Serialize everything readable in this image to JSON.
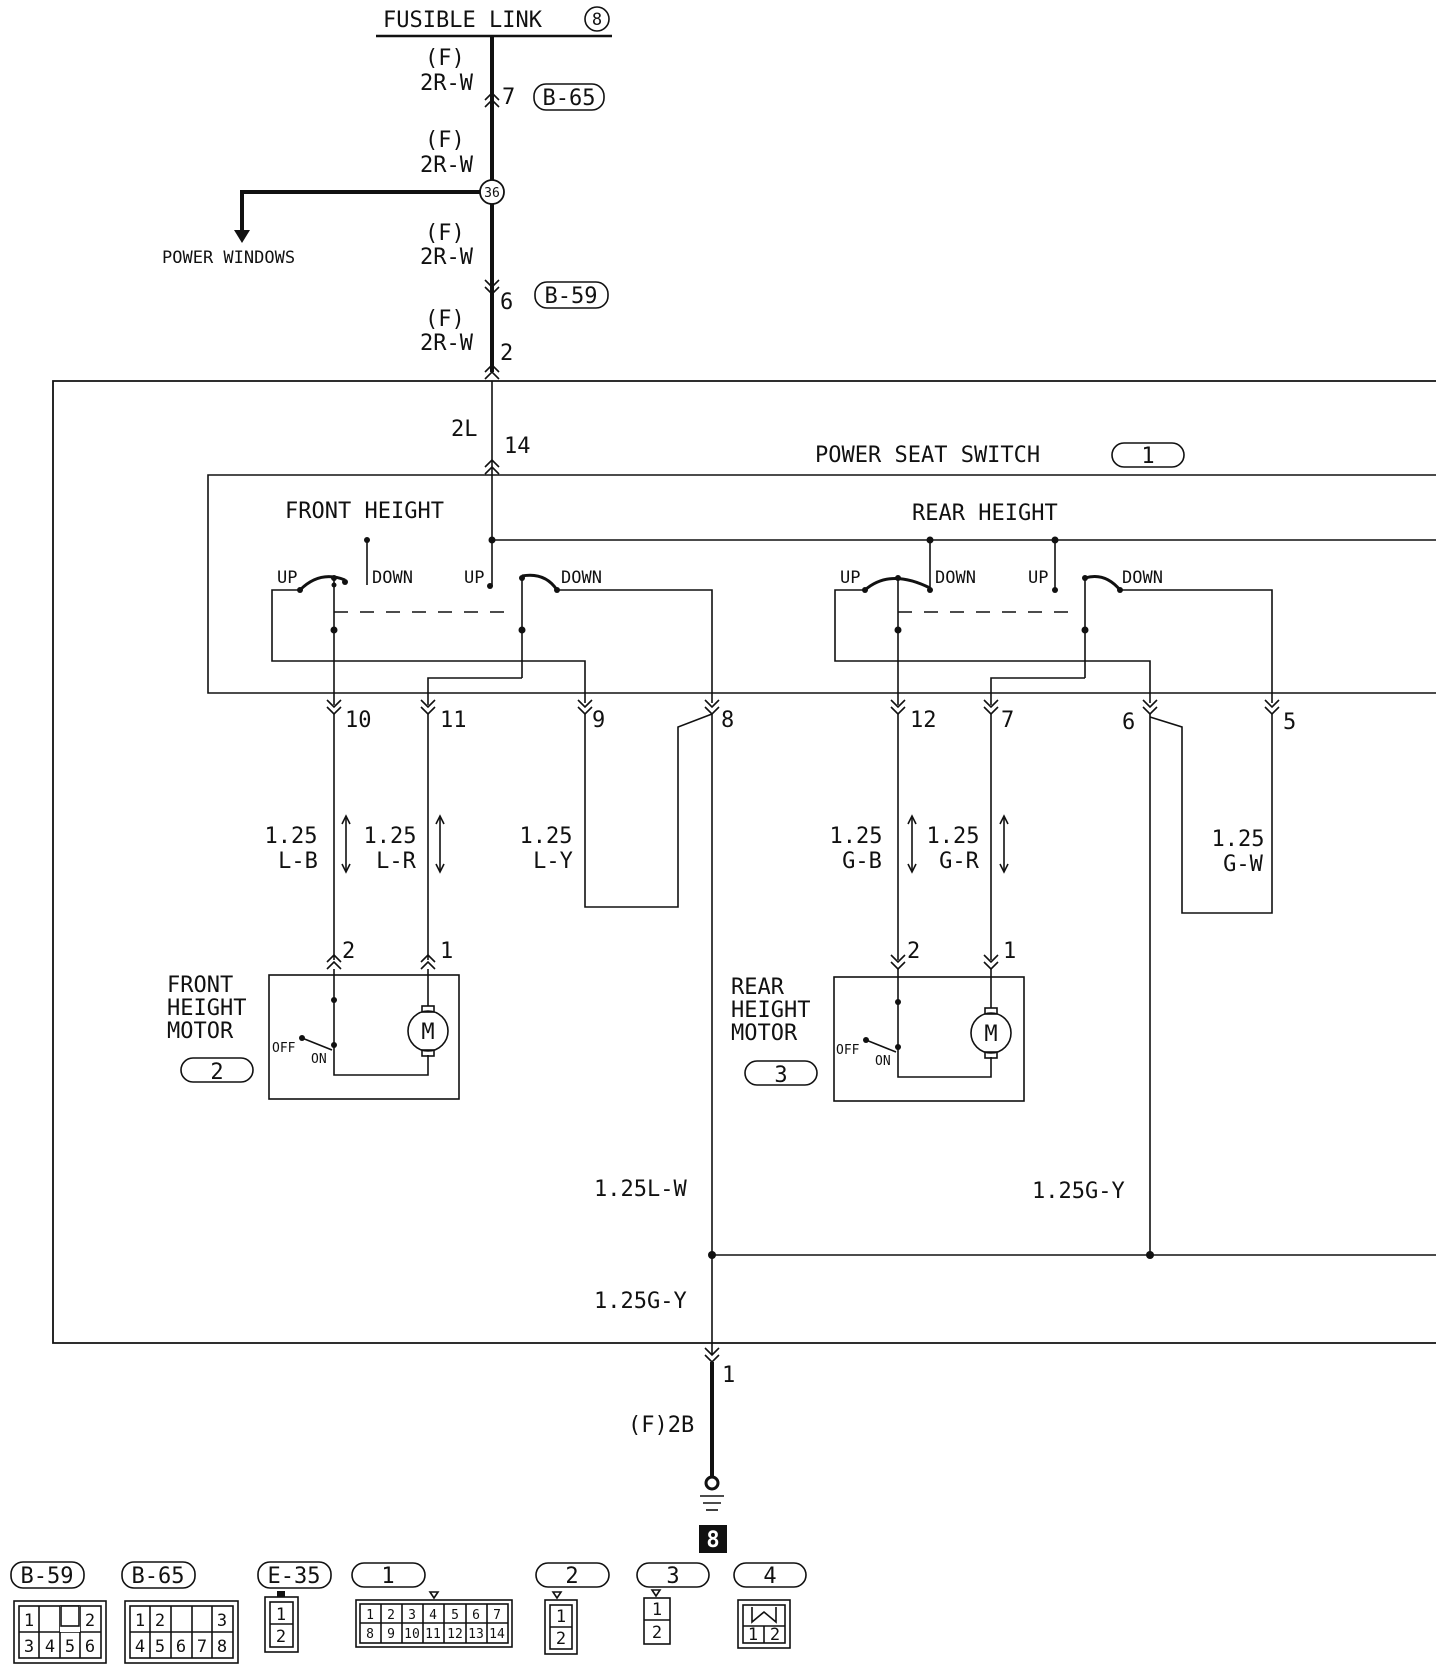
{
  "title": "FUSIBLE LINK",
  "fusible_link_number": "8",
  "wires": {
    "f_2rw": "2R-W",
    "f_prefix": "(F)",
    "w_2l": "2L",
    "lb": "L-B",
    "lr": "L-R",
    "ly": "L-Y",
    "gb": "G-B",
    "gr": "G-R",
    "gw": "G-W",
    "size": "1.25",
    "lw_full": "1.25L-W",
    "gy_full": "1.25G-Y",
    "gy_full2": "1.25G-Y",
    "ground_wire": "(F)2B"
  },
  "connectors": {
    "b65": "B-65",
    "b59": "B-59",
    "e35": "E-35",
    "c1": "1",
    "c2": "2",
    "c3": "3",
    "c4": "4"
  },
  "junction": "36",
  "branch_label": "POWER WINDOWS",
  "switch_label": "POWER SEAT SWITCH",
  "switch_ref": "1",
  "sections": {
    "front": "FRONT HEIGHT",
    "rear": "REAR HEIGHT"
  },
  "switch_positions": {
    "up": "UP",
    "down": "DOWN"
  },
  "pins": {
    "p7": "7",
    "p6": "6",
    "p2": "2",
    "p14": "14",
    "p10": "10",
    "p11": "11",
    "p9": "9",
    "p8": "8",
    "p12": "12",
    "p7b": "7",
    "p6b": "6",
    "p5": "5",
    "m2": "2",
    "m1": "1",
    "m2b": "2",
    "m1b": "1",
    "p1": "1"
  },
  "front_motor": {
    "line1": "FRONT",
    "line2": "HEIGHT",
    "line3": "MOTOR",
    "ref": "2",
    "off": "OFF",
    "on": "ON",
    "symbol": "M"
  },
  "rear_motor": {
    "line1": "REAR",
    "line2": "HEIGHT",
    "line3": "MOTOR",
    "ref": "3",
    "off": "OFF",
    "on": "ON",
    "symbol": "M"
  },
  "ground_number": "8",
  "connector_views": {
    "b59_pins": [
      "1",
      "2",
      "3",
      "4",
      "5",
      "6"
    ],
    "b65_pins": [
      "1",
      "2",
      "3",
      "4",
      "5",
      "6",
      "7",
      "8"
    ],
    "e35_pins": [
      "1",
      "2"
    ],
    "c1_pins": [
      "1",
      "2",
      "3",
      "4",
      "5",
      "6",
      "7",
      "8",
      "9",
      "10",
      "11",
      "12",
      "13",
      "14"
    ],
    "c2_pins": [
      "1",
      "2"
    ],
    "c3_pins": [
      "1",
      "2"
    ],
    "c4_pins": [
      "1",
      "2"
    ]
  }
}
